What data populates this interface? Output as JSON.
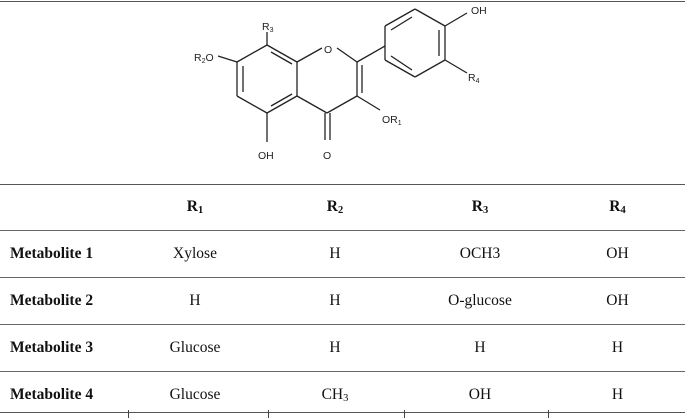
{
  "structure": {
    "labels": {
      "oh_top": "OH",
      "r3": "R3",
      "r2o": "R2O",
      "r4": "R4",
      "or1": "OR1",
      "oh_bottom": "OH",
      "o_carbonyl": "O",
      "o_ring": "O"
    }
  },
  "table": {
    "headers": [
      {
        "base": "R",
        "sub": "1"
      },
      {
        "base": "R",
        "sub": "2"
      },
      {
        "base": "R",
        "sub": "3"
      },
      {
        "base": "R",
        "sub": "4"
      }
    ],
    "rows": [
      {
        "name": "Metabolite 1",
        "r1": "Xylose",
        "r2": "H",
        "r3": "OCH3",
        "r4": "OH"
      },
      {
        "name": "Metabolite 2",
        "r1": "H",
        "r2": "H",
        "r3": "O-glucose",
        "r4": "OH"
      },
      {
        "name": "Metabolite 3",
        "r1": "Glucose",
        "r2": "H",
        "r3": "H",
        "r4": "H"
      },
      {
        "name": "Metabolite 4",
        "r1": "Glucose",
        "r2_base": "CH",
        "r2_sub": "3",
        "r3": "OH",
        "r4": "H"
      }
    ]
  }
}
